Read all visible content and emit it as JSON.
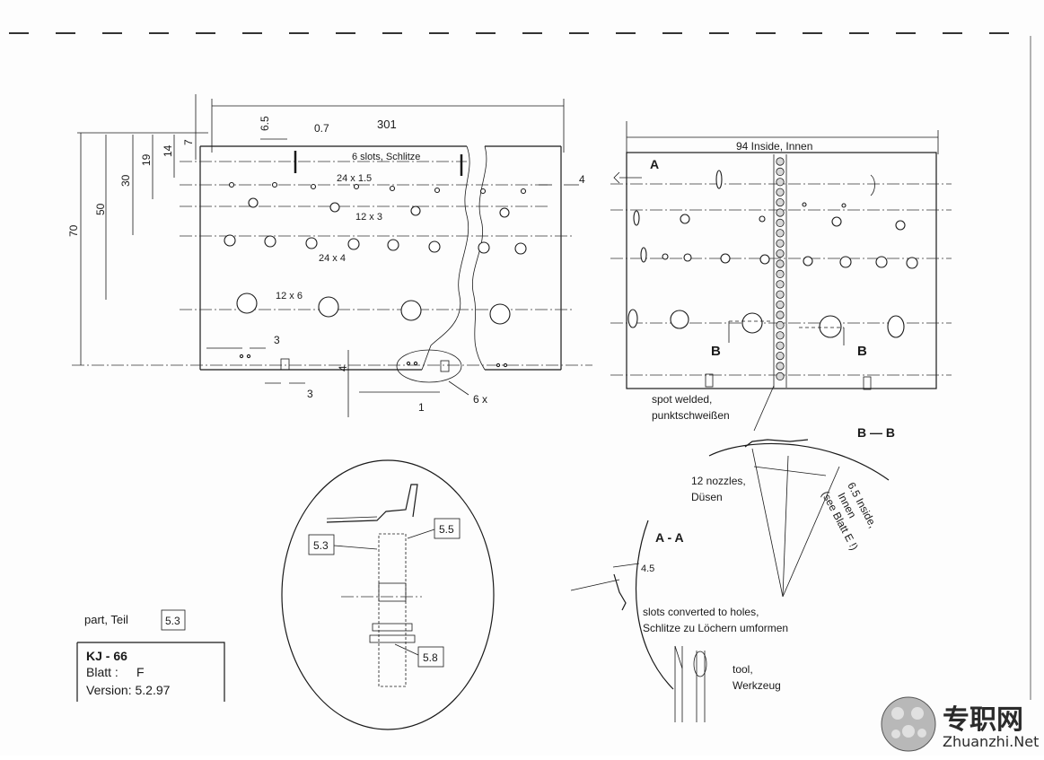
{
  "dimensions": {
    "d_301": "301",
    "d_6_5": "6.5",
    "d_0_7": "0.7",
    "d_7": "7",
    "d_14": "14",
    "d_19": "19",
    "d_30": "30",
    "d_50": "50",
    "d_70": "70",
    "d_4_top": "4",
    "d_3_a": "3",
    "d_3_b": "3",
    "d_4_bottom": "4",
    "d_1": "1",
    "d_4_5": "4.5",
    "d_94": "94 Inside, Innen"
  },
  "hole_labels": {
    "slots": "6 slots, Schlitze",
    "row_24x1_5": "24 x 1.5",
    "row_12x3": "12 x 3",
    "row_24x4": "24 x 4",
    "row_12x6": "12 x 6",
    "detail_6x": "6 x"
  },
  "sections": {
    "a_marker": "A",
    "b_marker_left": "B",
    "b_marker_right": "B",
    "bb_title": "B — B",
    "aa_title": "A  -  A"
  },
  "notes": {
    "spot_welded_1": "spot welded,",
    "spot_welded_2": "punktschweißen",
    "nozzles_1": "12 nozzles,",
    "nozzles_2": "Düsen",
    "inside_1": "6.5 Inside,",
    "inside_2": "Innen",
    "inside_3": "(see Blatt E !)",
    "slots_conv_1": "slots converted to holes,",
    "slots_conv_2": "Schlitze zu Löchern umformen",
    "tool_1": "tool,",
    "tool_2": "Werkzeug"
  },
  "detail_callouts": {
    "c_5_3": "5.3",
    "c_5_5": "5.5",
    "c_5_8": "5.8"
  },
  "part": {
    "label": "part, Teil",
    "number": "5.3"
  },
  "title_block": {
    "drawing": "KJ -  66",
    "sheet_label": "Blatt :",
    "sheet_value": "F",
    "version": "Version: 5.2.97"
  },
  "watermark": {
    "cn": "专职网",
    "en": "Zhuanzhi.Net"
  },
  "colors": {
    "ink": "#1a1a1a",
    "paper": "#fdfdfd"
  }
}
